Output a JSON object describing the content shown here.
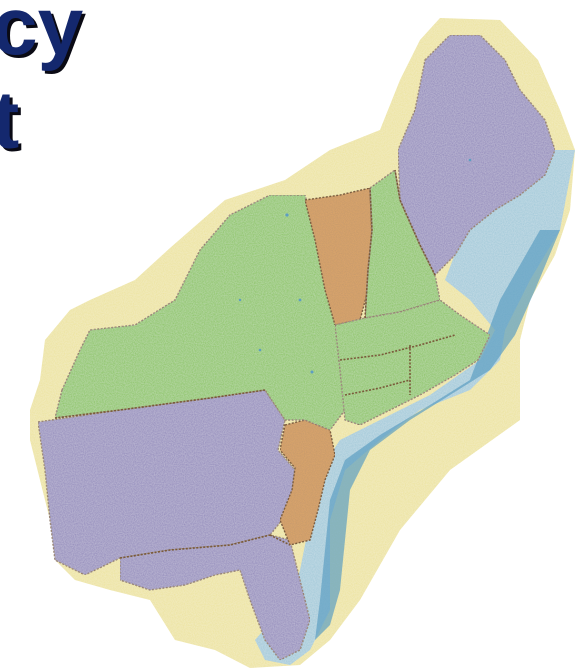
{
  "title": {
    "line1": "cy",
    "line2": "t"
  },
  "map": {
    "colors": {
      "buffer": "#ece29a",
      "coastal_water": "#9ec7d8",
      "deep_water": "#5d9ec2",
      "purple_group": "#8f86ba",
      "green_group": "#86c25a",
      "orange_group": "#d9a46c",
      "border": "#7a5a3a",
      "title_text": "#14286e"
    },
    "regions": [
      {
        "id": "maine",
        "group": "purple_group"
      },
      {
        "id": "new-hampshire",
        "group": "green_group"
      },
      {
        "id": "vermont",
        "group": "orange_group"
      },
      {
        "id": "massachusetts",
        "group": "green_group"
      },
      {
        "id": "connecticut",
        "group": "green_group"
      },
      {
        "id": "rhode-island",
        "group": "green_group"
      },
      {
        "id": "new-york",
        "group": "green_group"
      },
      {
        "id": "new-jersey",
        "group": "orange_group"
      },
      {
        "id": "pennsylvania",
        "group": "purple_group"
      },
      {
        "id": "delaware",
        "group": "purple_group"
      },
      {
        "id": "maryland",
        "group": "purple_group"
      }
    ]
  }
}
